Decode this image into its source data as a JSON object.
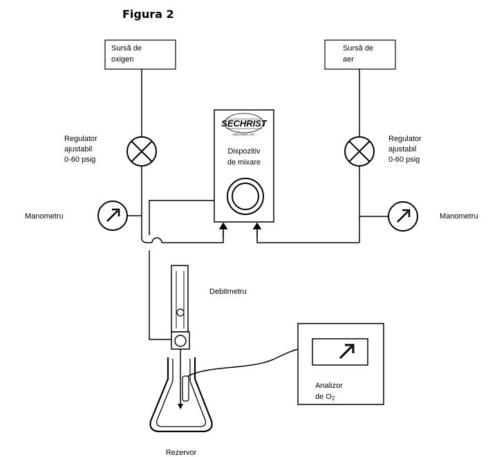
{
  "figure": {
    "title": "Figura 2"
  },
  "sources": {
    "oxygen": [
      "Sursă de",
      "oxigen"
    ],
    "air": [
      "Sursă de",
      "aer"
    ]
  },
  "regulators": {
    "left": [
      "Regulator",
      "ajustabil",
      "0-60 psig"
    ],
    "right": [
      "Regulator",
      "ajustabil",
      "0-60 psig"
    ]
  },
  "gauges": {
    "left": "Manometru",
    "right": "Manometru"
  },
  "blender": {
    "brand": "SECHRIST",
    "brand_sub": "INDUSTRIES, INC.",
    "label": [
      "Dispozitiv",
      "de mixare"
    ]
  },
  "flowmeter": {
    "label": "Debitmetru"
  },
  "analyzer": {
    "label_line1": "Analizor",
    "label_line2_prefix": "de O",
    "label_line2_sub": "2"
  },
  "reservoir": {
    "label": "Rezervor"
  },
  "colors": {
    "ink": "#000000",
    "background": "#ffffff"
  },
  "icons": {
    "regulator": "valve-x-icon",
    "gauge": "gauge-arrow-icon",
    "meter": "meter-arrow-icon"
  }
}
